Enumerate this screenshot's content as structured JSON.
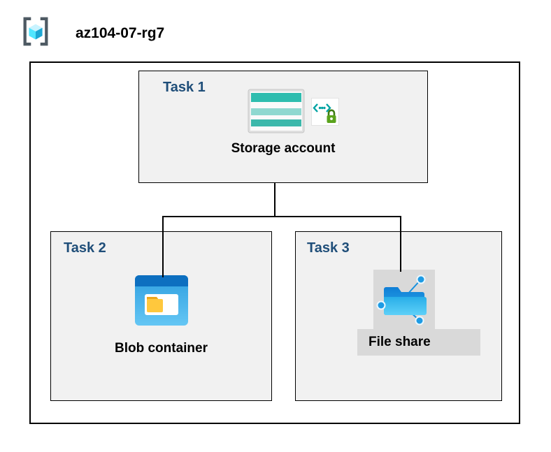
{
  "title": "az104-07-rg7",
  "tasks": {
    "task1": {
      "label": "Task 1",
      "item": "Storage account"
    },
    "task2": {
      "label": "Task 2",
      "item": "Blob container"
    },
    "task3": {
      "label": "Task 3",
      "item": "File share"
    }
  },
  "icons": [
    "resource-group-icon",
    "storage-account-icon",
    "sas-key-icon",
    "blob-container-icon",
    "file-share-icon"
  ],
  "colors": {
    "task_label": "#1f4e79",
    "box_fill": "#f1f1f1",
    "border": "#000000",
    "storage_teal": "#2ebdaf",
    "blob_blue": "#2fa7e4",
    "file_cyan": "#29a9e0",
    "highlight_gray": "#d9d9d9"
  }
}
